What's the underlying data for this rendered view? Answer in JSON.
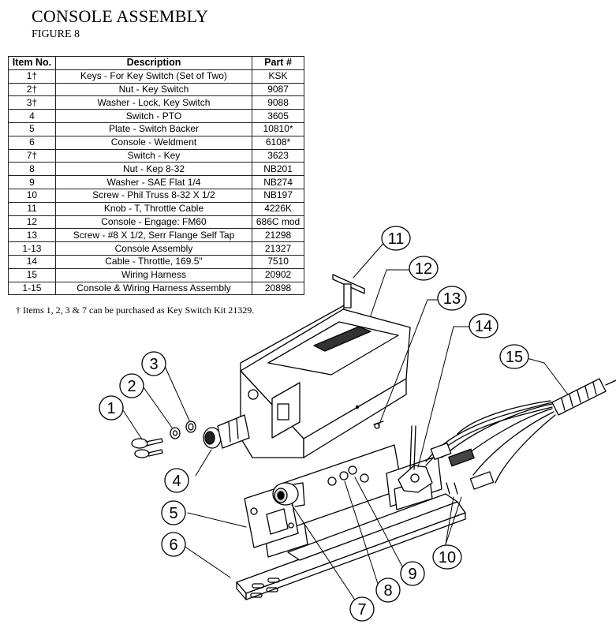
{
  "header": {
    "title": "CONSOLE ASSEMBLY",
    "subtitle": "FIGURE 8"
  },
  "parts_table": {
    "columns": [
      "Item No.",
      "Description",
      "Part #"
    ],
    "rows": [
      [
        "1†",
        "Keys - For Key Switch (Set of Two)",
        "KSK"
      ],
      [
        "2†",
        "Nut - Key Switch",
        "9087"
      ],
      [
        "3†",
        "Washer - Lock, Key Switch",
        "9088"
      ],
      [
        "4",
        "Switch - PTO",
        "3605"
      ],
      [
        "5",
        "Plate - Switch Backer",
        "10810*"
      ],
      [
        "6",
        "Console - Weldment",
        "6108*"
      ],
      [
        "7†",
        "Switch - Key",
        "3623"
      ],
      [
        "8",
        "Nut - Kep 8-32",
        "NB201"
      ],
      [
        "9",
        "Washer - SAE Flat 1/4",
        "NB274"
      ],
      [
        "10",
        "Screw - Phil Truss 8-32 X 1/2",
        "NB197"
      ],
      [
        "11",
        "Knob - T, Throttle Cable",
        "4226K"
      ],
      [
        "12",
        "Console - Engage: FM60",
        "686C mod"
      ],
      [
        "13",
        "Screw - #8 X 1/2, Serr Flange Self Tap",
        "21298"
      ],
      [
        "1-13",
        "Console Assembly",
        "21327"
      ],
      [
        "14",
        "Cable - Throttle, 169.5\"",
        "7510"
      ],
      [
        "15",
        "Wiring Harness",
        "20902"
      ],
      [
        "1-15",
        "Console & Wiring Harness Assembly",
        "20898"
      ]
    ]
  },
  "footnote": "†   Items 1, 2, 3 & 7 can be purchased as Key Switch Kit 21329.",
  "callouts": [
    "1",
    "2",
    "3",
    "4",
    "5",
    "6",
    "7",
    "8",
    "9",
    "10",
    "11",
    "12",
    "13",
    "14",
    "15"
  ]
}
